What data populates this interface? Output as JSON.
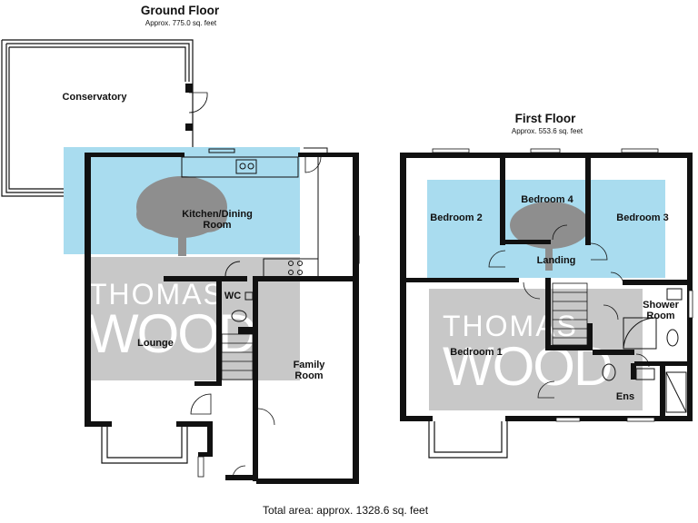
{
  "ground_floor": {
    "title": "Ground Floor",
    "area": "Approx. 775.0 sq. feet",
    "rooms": {
      "conservatory": "Conservatory",
      "kitchen_line1": "Kitchen/Dining",
      "kitchen_line2": "Room",
      "lounge": "Lounge",
      "wc": "WC",
      "family_line1": "Family",
      "family_line2": "Room"
    }
  },
  "first_floor": {
    "title": "First Floor",
    "area": "Approx. 553.6 sq. feet",
    "rooms": {
      "bedroom2": "Bedroom 2",
      "bedroom4": "Bedroom 4",
      "bedroom3": "Bedroom 3",
      "landing": "Landing",
      "shower_line1": "Shower",
      "shower_line2": "Room",
      "bedroom1": "Bedroom 1",
      "ensuite": "Ens"
    }
  },
  "watermark": "THOMAS WOOD",
  "total_area": "Total area: approx. 1328.6 sq. feet",
  "colors": {
    "wall": "#111111",
    "watermark_blue": "#a9dcef",
    "watermark_grey": "#c8c8c8",
    "tree": "#8e8e8e"
  }
}
